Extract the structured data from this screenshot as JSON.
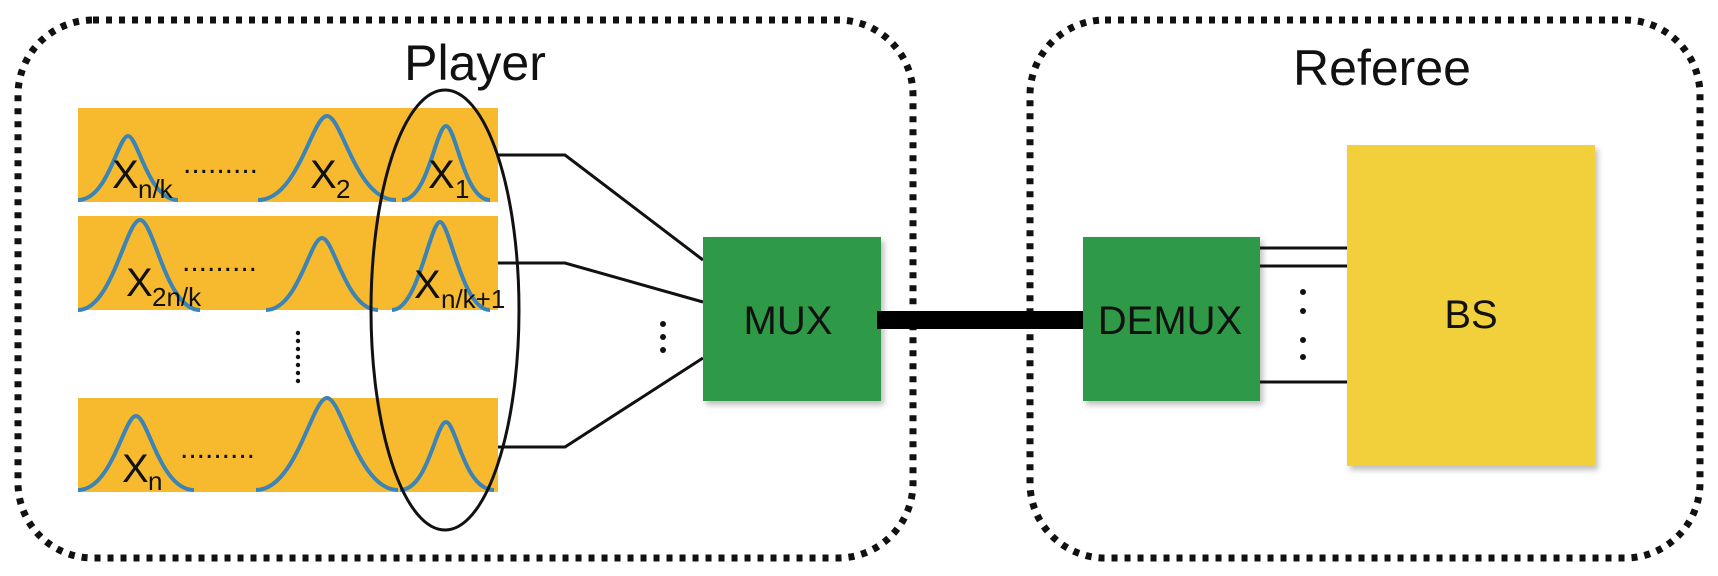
{
  "player": {
    "title": "Player",
    "rows": [
      {
        "label_main": "X",
        "label_sub": "n/k",
        "label_mid": "X",
        "label_mid_sub": "2",
        "label_right": "X",
        "label_right_sub": "1"
      },
      {
        "label_main": "X",
        "label_sub": "2n/k",
        "label_right": "X",
        "label_right_sub": "n/k+1"
      },
      {
        "label_main": "X",
        "label_sub": "n"
      }
    ],
    "mux_label": "MUX"
  },
  "referee": {
    "title": "Referee",
    "demux_label": "DEMUX",
    "bs_label": "BS"
  },
  "colors": {
    "row_fill": "#F7BA2E",
    "curve": "#3B84B5",
    "mux_fill": "#2F9A46",
    "bs_fill": "#F2D03B"
  }
}
